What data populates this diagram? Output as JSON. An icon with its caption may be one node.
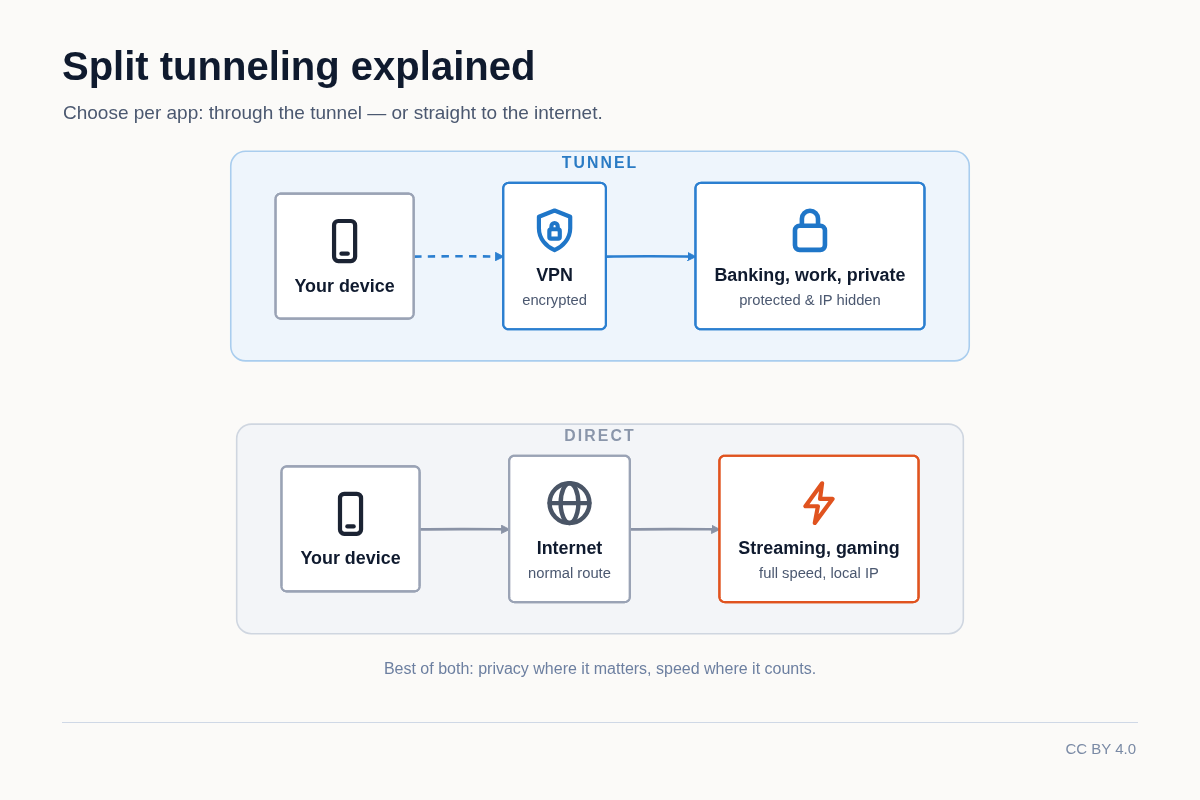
{
  "diagram": {
    "title": "Split tunneling explained",
    "caption": "Best of both: privacy where it matters, speed where it counts.",
    "nodes": [
      {
        "text": [
          "TUNNEL"
        ]
      },
      {
        "text": [
          "Your device"
        ],
        "in": 0
      },
      {
        "text": [
          "VPN",
          "encrypted"
        ],
        "in": 0
      },
      {
        "text": [
          "Banking, work, private",
          "protected & IP hidden"
        ],
        "in": 0
      },
      {
        "text": [
          "DIRECT"
        ]
      },
      {
        "text": [
          "Your device"
        ],
        "in": 4
      },
      {
        "text": [
          "Internet",
          "normal route"
        ],
        "in": 4
      },
      {
        "text": [
          "Streaming, gaming",
          "full speed, local IP"
        ],
        "in": 4
      }
    ],
    "edges": [
      {
        "from": 1,
        "to": 2,
        "arrow": "to",
        "style": "dashed",
        "color": "#2b7fd0"
      },
      {
        "from": 2,
        "to": 3,
        "arrow": "to",
        "color": "#2b7fd0"
      },
      {
        "from": 5,
        "to": 6,
        "arrow": "to",
        "color": "#8a93a6"
      },
      {
        "from": 6,
        "to": 7,
        "arrow": "to",
        "color": "#8a93a6"
      }
    ],
    "labels": [
      "Choose per app: through the tunnel — or straight to the internet.",
      "CC BY 4.0"
    ]
  }
}
